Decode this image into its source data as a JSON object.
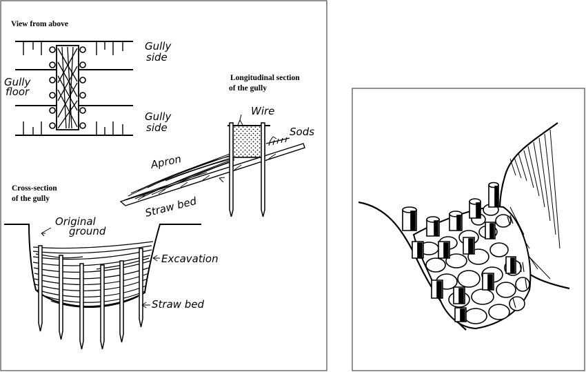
{
  "left_panel": {
    "top_view": {
      "title": "View from above",
      "gully_side_top": [
        "Gully",
        "side"
      ],
      "gully_floor": [
        "Gully",
        "floor"
      ],
      "gully_side_bottom": [
        "Gully",
        "side"
      ]
    },
    "longitudinal": {
      "title": [
        "Longitudinal section",
        "of the gully"
      ],
      "wire": "Wire",
      "sods": "Sods",
      "apron": "Apron",
      "straw_bed": "Straw bed"
    },
    "cross_section": {
      "title": [
        "Cross-section",
        "of the gully"
      ],
      "original_ground": [
        "Original",
        "ground"
      ],
      "excavation": "Excavation",
      "straw_bed": "Straw bed"
    }
  },
  "colors": {
    "ink": "#000000",
    "background": "#ffffff",
    "frame": "#4a4a4a"
  }
}
